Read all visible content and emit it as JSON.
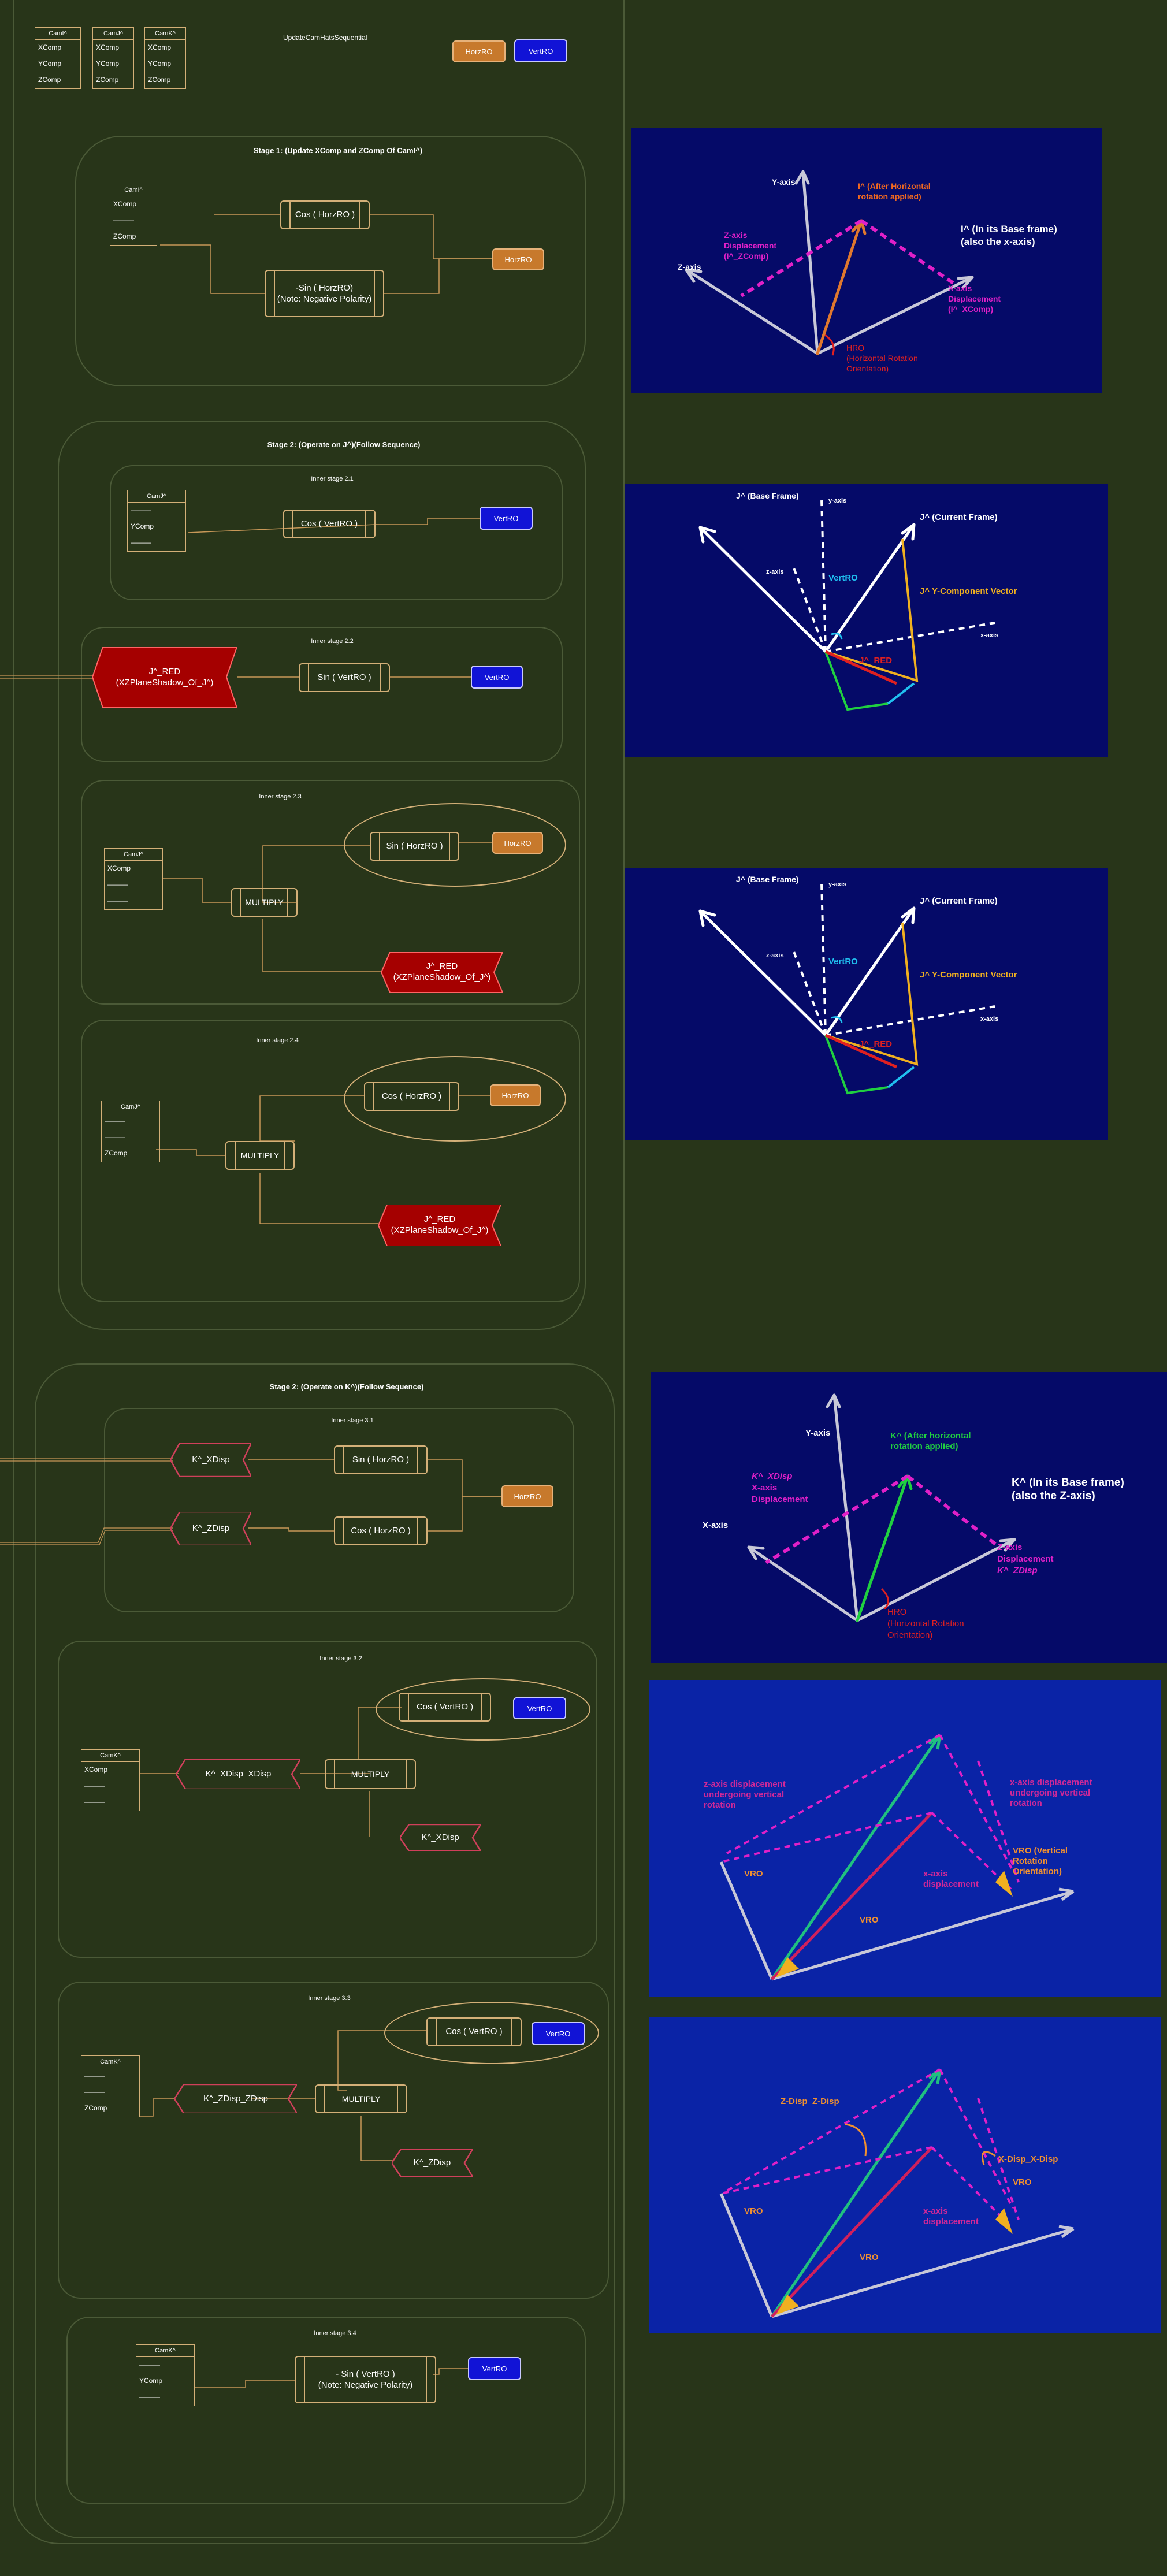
{
  "header": {
    "title": "UpdateCamHatsSequential",
    "tables": [
      {
        "name": "CamI^",
        "rows": [
          "XComp",
          "YComp",
          "ZComp"
        ]
      },
      {
        "name": "CamJ^",
        "rows": [
          "XComp",
          "YComp",
          "ZComp"
        ]
      },
      {
        "name": "CamK^",
        "rows": [
          "XComp",
          "YComp",
          "ZComp"
        ]
      }
    ],
    "btn_horz": "HorzRO",
    "btn_vert": "VertRO"
  },
  "stage1": {
    "title": "Stage 1: (Update XComp and ZComp Of CamI^)",
    "table": {
      "name": "CamI^",
      "rows": [
        "XComp",
        "———",
        "ZComp"
      ]
    },
    "cos": "Cos ( HorzRO )",
    "sin_line1": "-Sin ( HorzRO)",
    "sin_line2": "(Note: Negative Polarity)",
    "input": "HorzRO"
  },
  "stage2j": {
    "title": "Stage 2: (Operate on J^)(Follow Sequence)",
    "s21": {
      "title": "Inner stage 2.1",
      "table": {
        "name": "CamJ^",
        "rows": [
          "———",
          "YComp",
          "———"
        ]
      },
      "op": "Cos ( VertRO )",
      "input": "VertRO"
    },
    "s22": {
      "title": "Inner stage 2.2",
      "out1": "J^_RED",
      "out2": "(XZPlaneShadow_Of_J^)",
      "op": "Sin ( VertRO )",
      "input": "VertRO"
    },
    "s23": {
      "title": "Inner stage 2.3",
      "table": {
        "name": "CamJ^",
        "rows": [
          "XComp",
          "———",
          "———"
        ]
      },
      "mult": "MULTIPLY",
      "op": "Sin ( HorzRO )",
      "input": "HorzRO",
      "red1": "J^_RED",
      "red2": "(XZPlaneShadow_Of_J^)"
    },
    "s24": {
      "title": "Inner stage 2.4",
      "table": {
        "name": "CamJ^",
        "rows": [
          "———",
          "———",
          "ZComp"
        ]
      },
      "mult": "MULTIPLY",
      "op": "Cos ( HorzRO )",
      "input": "HorzRO",
      "red1": "J^_RED",
      "red2": "(XZPlaneShadow_Of_J^)"
    }
  },
  "stage2k": {
    "title": "Stage 2: (Operate on K^)(Follow Sequence)",
    "s31": {
      "title": "Inner stage 3.1",
      "out_x": "K^_XDisp",
      "out_z": "K^_ZDisp",
      "sin": "Sin ( HorzRO )",
      "cos": "Cos ( HorzRO )",
      "input": "HorzRO"
    },
    "s32": {
      "title": "Inner stage 3.2",
      "table": {
        "name": "CamK^",
        "rows": [
          "XComp",
          "———",
          "———"
        ]
      },
      "out": "K^_XDisp_XDisp",
      "mult": "MULTIPLY",
      "op": "Cos ( VertRO )",
      "input": "VertRO",
      "in2": "K^_XDisp"
    },
    "s33": {
      "title": "Inner stage 3.3",
      "table": {
        "name": "CamK^",
        "rows": [
          "———",
          "———",
          "ZComp"
        ]
      },
      "out": "K^_ZDisp_ZDisp",
      "mult": "MULTIPLY",
      "op": "Cos ( VertRO )",
      "input": "VertRO",
      "in2": "K^_ZDisp"
    },
    "s34": {
      "title": "Inner stage 3.4",
      "table": {
        "name": "CamK^",
        "rows": [
          "———",
          "YComp",
          "———"
        ]
      },
      "op1": "- Sin ( VertRO )",
      "op2": "(Note: Negative Polarity)",
      "input": "VertRO"
    }
  },
  "diagrams": {
    "d1": {
      "yaxis": "Y-axis",
      "zaxis": "Z-axis",
      "ihat1": "I^ (After Horizontal",
      "ihat2": "rotation applied)",
      "base1": "I^ (In its Base frame)",
      "base2": "(also the x-axis)",
      "zd1": "Z-axis",
      "zd2": "Displacement",
      "zd3": "(I^_ZComp)",
      "xd1": "X-axis",
      "xd2": "Displacement",
      "xd3": "(I^_XComp)",
      "hro1": "HRO",
      "hro2": "(Horizontal Rotation",
      "hro3": "Orientation)"
    },
    "d2": {
      "jbase": "J^ (Base Frame)",
      "yaxis": "y-axis",
      "jcur": "J^ (Current Frame)",
      "zaxis": "z-axis",
      "vert": "VertRO",
      "ycomp": "J^ Y-Component Vector",
      "xaxis": "x-axis",
      "jred": "J^_RED"
    },
    "d4": {
      "yaxis": "Y-axis",
      "khat1": "K^ (After horizontal",
      "khat2": "rotation applied)",
      "kbase1": "K^ (In its Base frame)",
      "kbase2": "(also the Z-axis)",
      "xaxis": "X-axis",
      "xd1": "K^_XDisp",
      "xd2": "X-axis",
      "xd3": "Displacement",
      "zd1": "Z-axis",
      "zd2": "Displacement",
      "zd3": "K^_ZDisp",
      "hro1": "HRO",
      "hro2": "(Horizontal Rotation",
      "hro3": "Orientation)"
    },
    "d5": {
      "zl1": "z-axis displacement",
      "zl2": "undergoing vertical",
      "zl3": "rotation",
      "xl1": "x-axis displacement",
      "xl2": "undergoing vertical",
      "xl3": "rotation",
      "vro1": "VRO (Vertical",
      "vro2": "Rotation",
      "vro3": "Orientation)",
      "vro": "VRO",
      "xdisp1": "x-axis",
      "xdisp2": "displacement"
    },
    "d6": {
      "zdisp": "Z-Disp_Z-Disp",
      "xdisp": "X-Disp_X-Disp",
      "vro": "VRO",
      "xd1": "x-axis",
      "xd2": "displacement"
    }
  }
}
